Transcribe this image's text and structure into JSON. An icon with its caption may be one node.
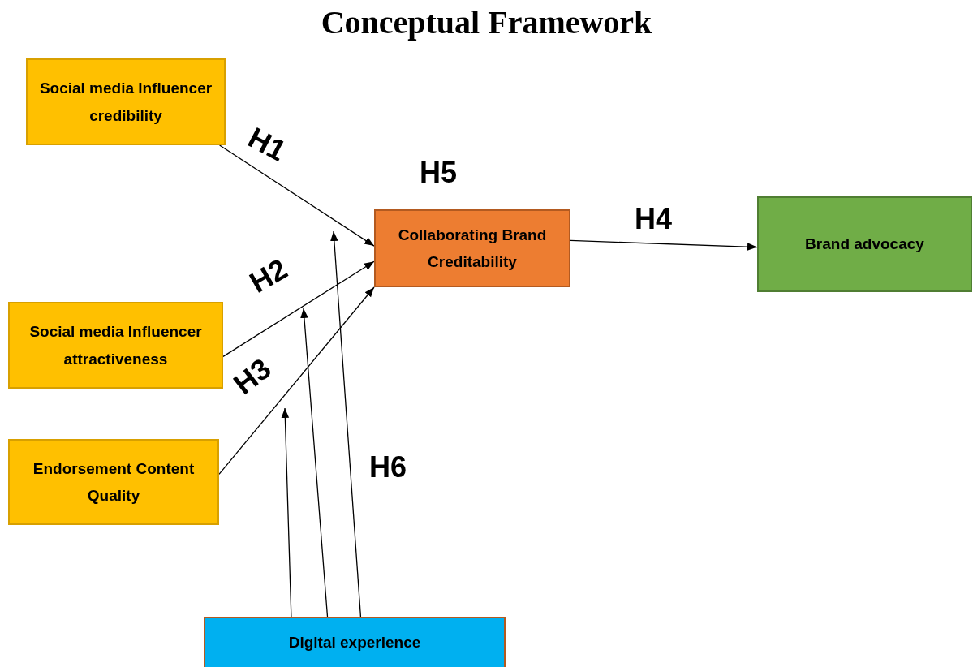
{
  "diagram": {
    "title": "Conceptual Framework",
    "nodes": [
      {
        "text": [
          "Social media Influencer credibility"
        ]
      },
      {
        "text": [
          "Social media Influencer attractiveness"
        ]
      },
      {
        "text": [
          "Endorsement Content Quality"
        ]
      },
      {
        "text": [
          "Collaborating Brand Creditability"
        ]
      },
      {
        "text": [
          "Brand advocacy"
        ]
      },
      {
        "text": [
          "Digital experience"
        ]
      }
    ],
    "edges": [
      {
        "from": 0,
        "to": 3,
        "arrow": "to"
      },
      {
        "from": 1,
        "to": 3,
        "arrow": "to"
      },
      {
        "from": 2,
        "to": 3,
        "arrow": "to"
      },
      {
        "from": 3,
        "to": 4,
        "arrow": "to"
      },
      {
        "from": 5,
        "to": null,
        "arrow": "to"
      },
      {
        "from": 5,
        "to": null,
        "arrow": "to"
      },
      {
        "from": 5,
        "to": null,
        "arrow": "to"
      }
    ],
    "labels": [
      "H1",
      "H5",
      "H4",
      "H2",
      "H3",
      "H6"
    ]
  }
}
